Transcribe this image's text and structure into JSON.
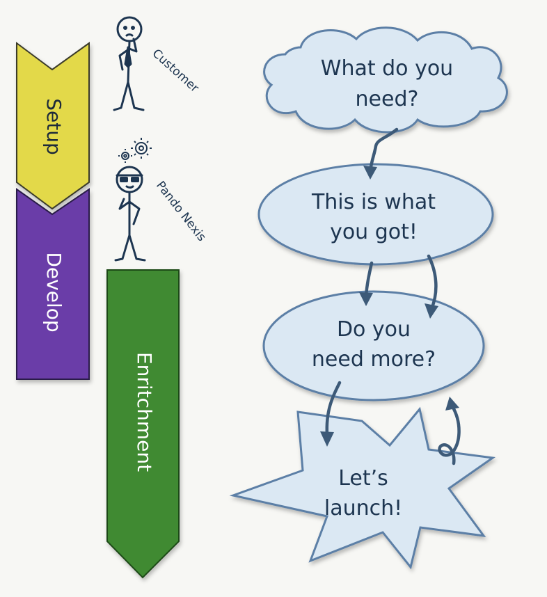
{
  "phases": [
    {
      "label": "Setup",
      "color": "#e3d94a",
      "text_color": "#1d2a3a"
    },
    {
      "label": "Develop",
      "color": "#6a3ea8",
      "text_color": "#ffffff"
    },
    {
      "label": "Enritchment",
      "color": "#3f8a33",
      "text_color": "#ffffff"
    }
  ],
  "people": {
    "customer": "Customer",
    "pando": "Pando Nexis"
  },
  "flow": {
    "cloud": [
      "What do you",
      "need?"
    ],
    "got": [
      "This is what",
      "you got!"
    ],
    "more": [
      "Do you",
      "need more?"
    ],
    "launch": [
      "Let’s",
      "launch!"
    ]
  },
  "icons": {
    "customer": "stick-figure-thinking-icon",
    "pando": "stick-figure-sunglasses-icon",
    "gears": "gears-icon"
  },
  "colors": {
    "node_fill": "#dbe8f3",
    "node_stroke": "#5c7fa6",
    "ink": "#1d3550"
  }
}
